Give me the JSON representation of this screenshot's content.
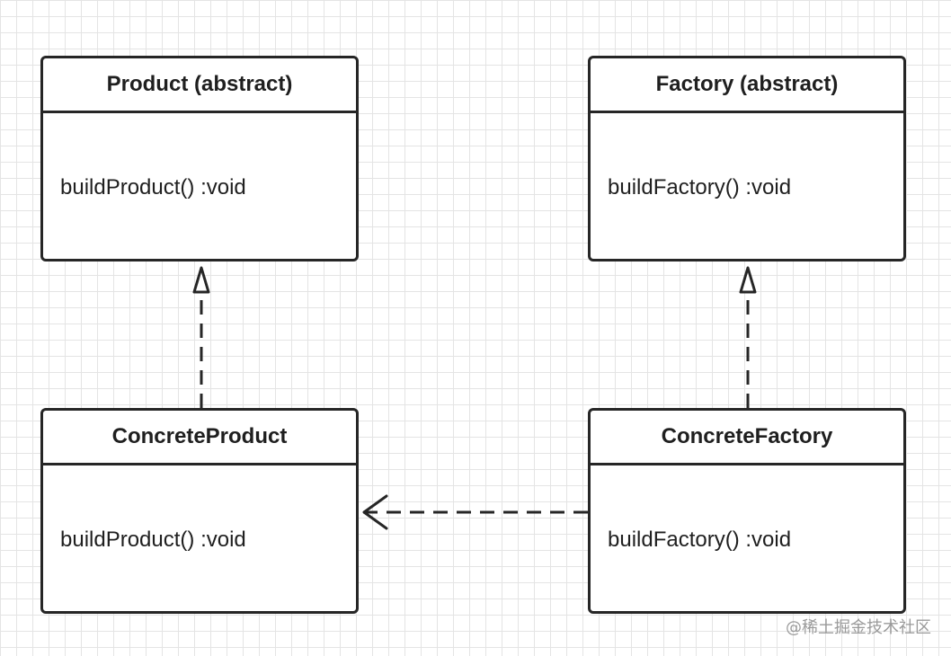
{
  "classes": {
    "product": {
      "name": "Product (abstract)",
      "method": "buildProduct() :void"
    },
    "factory": {
      "name": "Factory (abstract)",
      "method": "buildFactory() :void"
    },
    "concrete_product": {
      "name": "ConcreteProduct",
      "method": "buildProduct() :void"
    },
    "concrete_factory": {
      "name": "ConcreteFactory",
      "method": "buildFactory() :void"
    }
  },
  "watermark": "@稀土掘金技术社区",
  "colors": {
    "stroke": "#262626",
    "grid": "#e4e4e4",
    "background": "#ffffff"
  }
}
